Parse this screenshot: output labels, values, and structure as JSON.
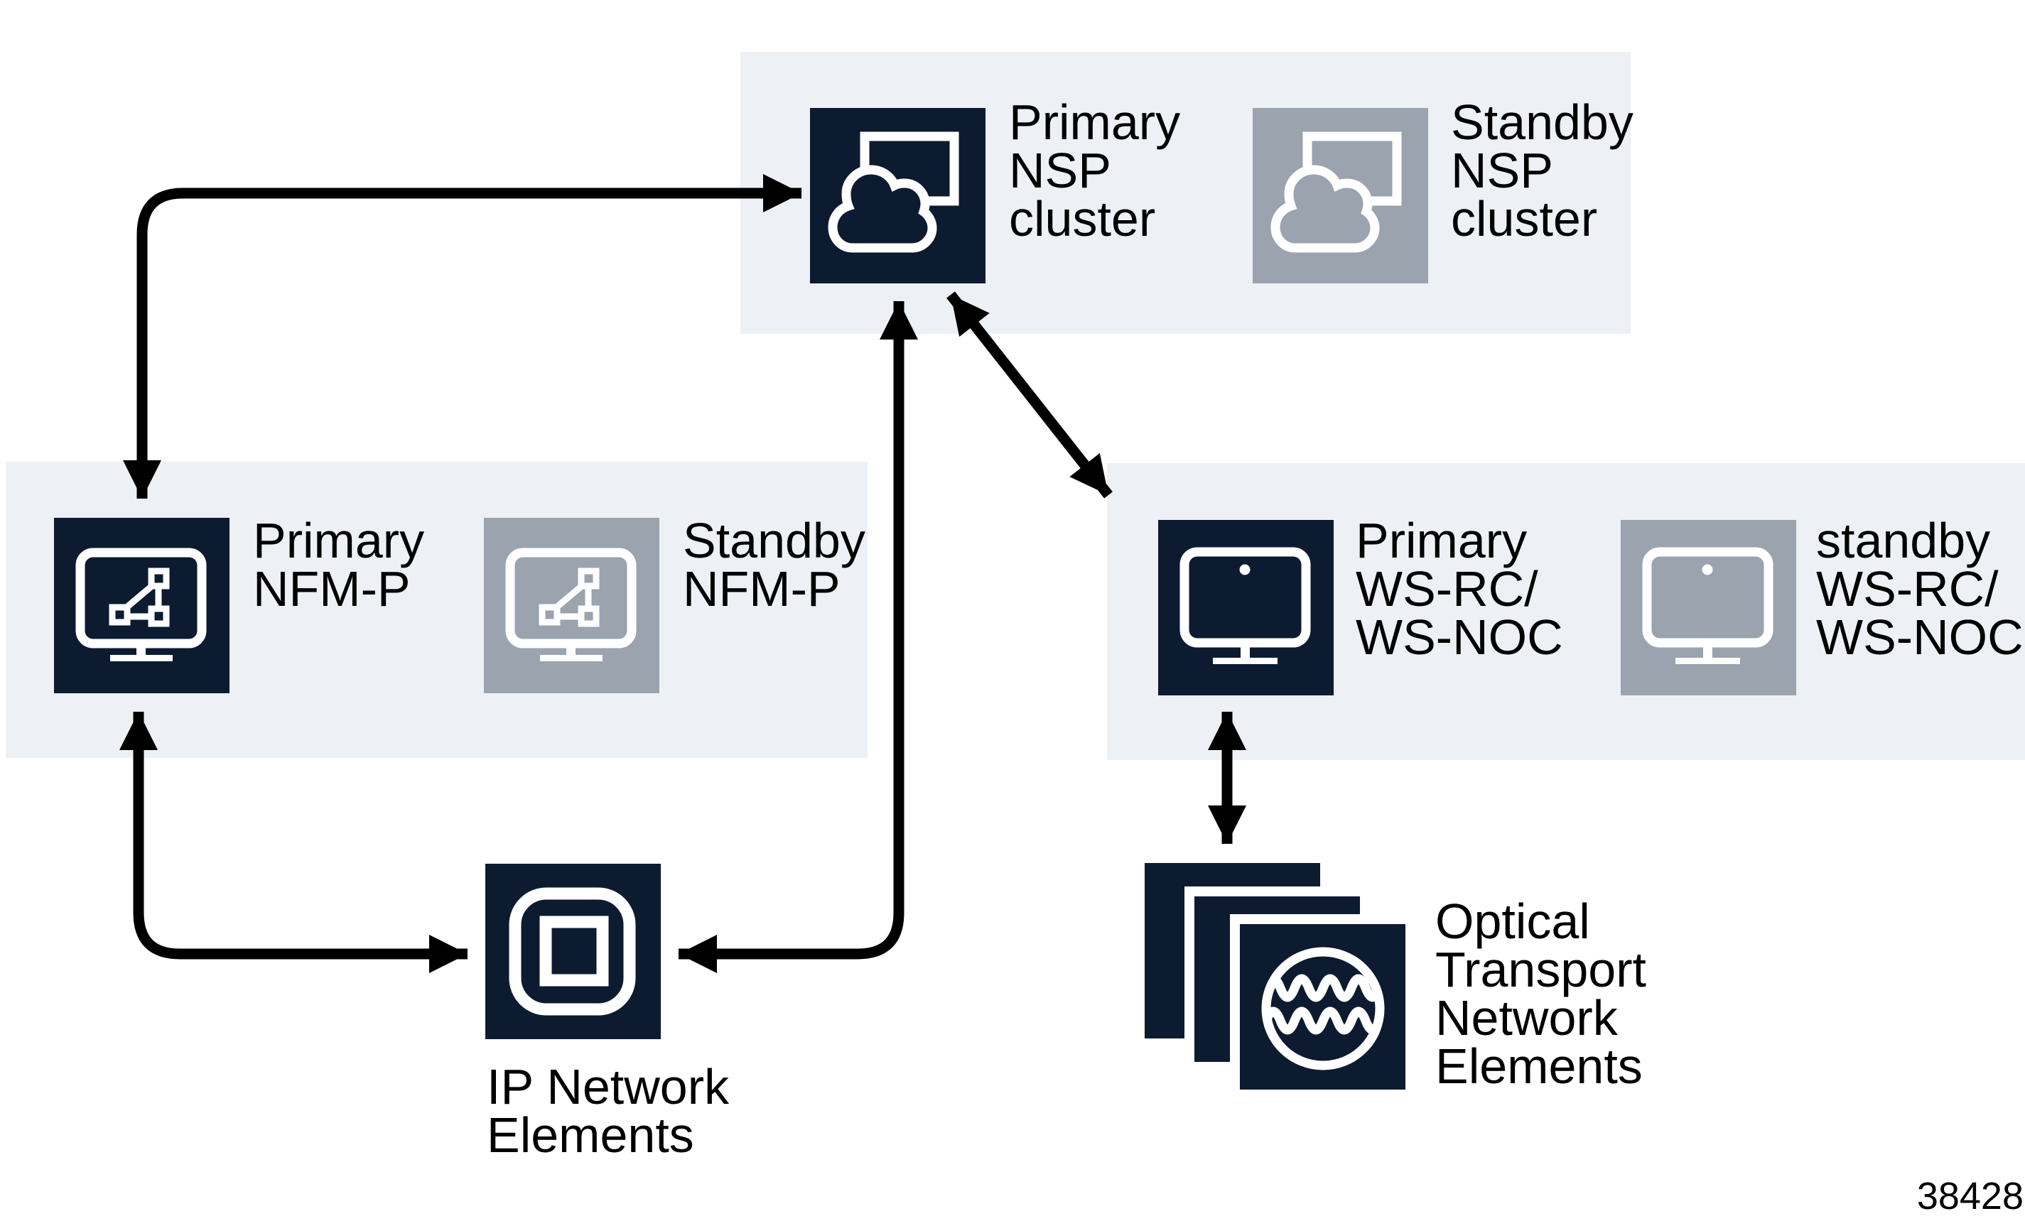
{
  "figure_number": "38428",
  "colors": {
    "primary_navy": "#0D1B31",
    "standby_gray": "#9AA3AE",
    "panel_background": "#EDF1F6",
    "arrow": "#000000",
    "text": "#000000"
  },
  "nodes": {
    "nsp_primary": {
      "lines": [
        "Primary",
        "NSP",
        "cluster"
      ],
      "icon": "cloud-screen-icon",
      "role": "primary"
    },
    "nsp_standby": {
      "lines": [
        "Standby",
        "NSP",
        "cluster"
      ],
      "icon": "cloud-screen-icon",
      "role": "standby"
    },
    "nfmp_primary": {
      "lines": [
        "Primary",
        "NFM-P"
      ],
      "icon": "topology-monitor-icon",
      "role": "primary"
    },
    "nfmp_standby": {
      "lines": [
        "Standby",
        "NFM-P"
      ],
      "icon": "topology-monitor-icon",
      "role": "standby"
    },
    "ws_primary": {
      "lines": [
        "Primary",
        "WS-RC/",
        "WS-NOC"
      ],
      "icon": "desktop-monitor-icon",
      "role": "primary"
    },
    "ws_standby": {
      "lines": [
        "standby",
        "WS-RC/",
        "WS-NOC"
      ],
      "icon": "desktop-monitor-icon",
      "role": "standby"
    },
    "ip_elements": {
      "lines": [
        "IP Network",
        "Elements"
      ],
      "icon": "network-element-icon",
      "role": "network"
    },
    "optical_elements": {
      "lines": [
        "Optical",
        "Transport",
        "Network",
        "Elements"
      ],
      "icon": "optical-stack-icon",
      "role": "network"
    }
  },
  "connections": [
    {
      "from": "nfmp_primary",
      "to": "nsp_primary",
      "bidirectional": true,
      "shape": "elbow-up-right"
    },
    {
      "from": "nfmp_primary",
      "to": "ip_elements",
      "bidirectional": true,
      "shape": "elbow-down-right"
    },
    {
      "from": "ip_elements",
      "to": "nsp_primary",
      "bidirectional": true,
      "shape": "elbow-vertical"
    },
    {
      "from": "nsp_primary",
      "to": "ws_primary",
      "bidirectional": true,
      "shape": "diagonal"
    },
    {
      "from": "ws_primary",
      "to": "optical_elements",
      "bidirectional": true,
      "shape": "vertical"
    }
  ]
}
